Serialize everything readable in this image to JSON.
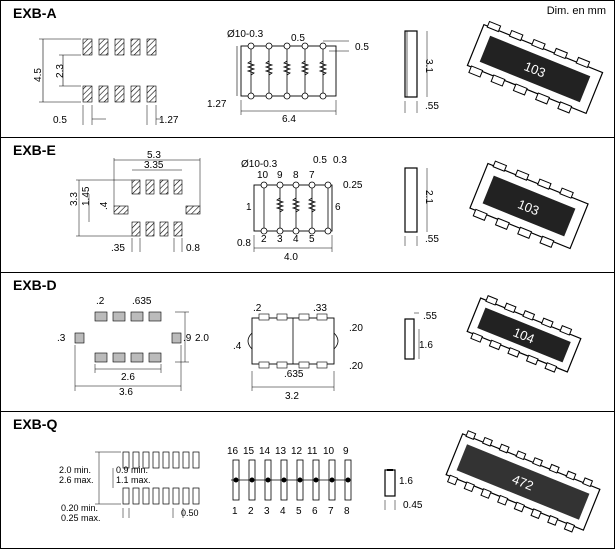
{
  "units_note": "Dim. en mm",
  "sections": [
    {
      "title": "EXB-A",
      "land": {
        "h_total": "4.5",
        "h_gap": "2.3",
        "pad_w": "0.5",
        "pitch": "1.27"
      },
      "circuit": {
        "diameter": "Ø10-0.3",
        "top_a": "0.5",
        "top_b": "0.5",
        "pitch": "1.27",
        "length": "6.4"
      },
      "side": {
        "height": "3.1",
        "thick": ".55"
      },
      "chip_code": "103"
    },
    {
      "title": "EXB-E",
      "land": {
        "w_total": "5.3",
        "w_inner": "3.35",
        "h_total": "3.3",
        "h_inner": "1.45",
        "pad_h": ".4",
        "pad_w": ".35",
        "pitch": "0.8"
      },
      "circuit": {
        "diameter": "Ø10-0.3",
        "top_a": "0.5",
        "top_b": "0.3",
        "top_c": "0.25",
        "pins_top": [
          "10",
          "9",
          "8",
          "7",
          "6"
        ],
        "pins_bottom": [
          "1",
          "2",
          "3",
          "4",
          "5"
        ],
        "pitch": "0.8",
        "length": "4.0"
      },
      "side": {
        "height": "2.1",
        "thick": ".55"
      },
      "chip_code": "103"
    },
    {
      "title": "EXB-D",
      "land": {
        "pad_w": ".2",
        "pitch": ".635",
        "pad_h": ".3",
        "gap": ".9",
        "h_total": "2.0",
        "w_inner": "2.6",
        "w_total": "3.6"
      },
      "circuit": {
        "a": ".2",
        "b": ".33",
        "c": ".20",
        "d": ".4",
        "e": ".635",
        "f": ".20",
        "length": "3.2"
      },
      "side": {
        "thick": ".55",
        "height": "1.6"
      },
      "chip_code": "104"
    },
    {
      "title": "EXB-Q",
      "land": {
        "h1": "2.0 min.",
        "h2": "2.6 max.",
        "g1": "0.9 min.",
        "g2": "1.1 max.",
        "w1": "0.20 min.",
        "w2": "0.25 max.",
        "pitch": "0.50"
      },
      "circuit": {
        "pins_top": [
          "16",
          "15",
          "14",
          "13",
          "12",
          "11",
          "10",
          "9"
        ],
        "pins_bottom": [
          "1",
          "2",
          "3",
          "4",
          "5",
          "6",
          "7",
          "8"
        ]
      },
      "side": {
        "height": "1.6",
        "thick": "0.45"
      },
      "chip_code": "472"
    }
  ]
}
